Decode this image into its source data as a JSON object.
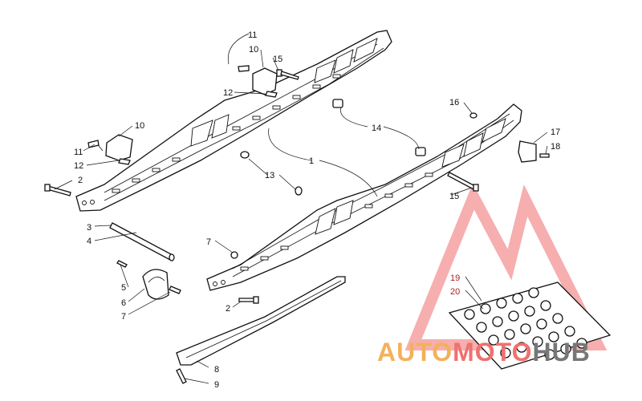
{
  "callouts": [
    {
      "id": "c1",
      "text": "1"
    },
    {
      "id": "c2a",
      "text": "2"
    },
    {
      "id": "c2b",
      "text": "2"
    },
    {
      "id": "c3",
      "text": "3"
    },
    {
      "id": "c4",
      "text": "4"
    },
    {
      "id": "c5",
      "text": "5"
    },
    {
      "id": "c6",
      "text": "6"
    },
    {
      "id": "c7a",
      "text": "7"
    },
    {
      "id": "c7b",
      "text": "7"
    },
    {
      "id": "c8",
      "text": "8"
    },
    {
      "id": "c9",
      "text": "9"
    },
    {
      "id": "c10a",
      "text": "10"
    },
    {
      "id": "c10b",
      "text": "10"
    },
    {
      "id": "c11a",
      "text": "11"
    },
    {
      "id": "c11b",
      "text": "11"
    },
    {
      "id": "c12a",
      "text": "12"
    },
    {
      "id": "c12b",
      "text": "12"
    },
    {
      "id": "c13",
      "text": "13"
    },
    {
      "id": "c14",
      "text": "14"
    },
    {
      "id": "c15a",
      "text": "15"
    },
    {
      "id": "c15b",
      "text": "15"
    },
    {
      "id": "c16",
      "text": "16"
    },
    {
      "id": "c17",
      "text": "17"
    },
    {
      "id": "c18",
      "text": "18"
    },
    {
      "id": "c19",
      "text": "19"
    },
    {
      "id": "c20",
      "text": "20"
    }
  ],
  "watermark": {
    "part1": "AUTO",
    "part2": "MOTO",
    "part3": "HUB",
    "colors": {
      "orange": "#f3b15a",
      "red": "#f07070",
      "gray": "#777777"
    }
  }
}
